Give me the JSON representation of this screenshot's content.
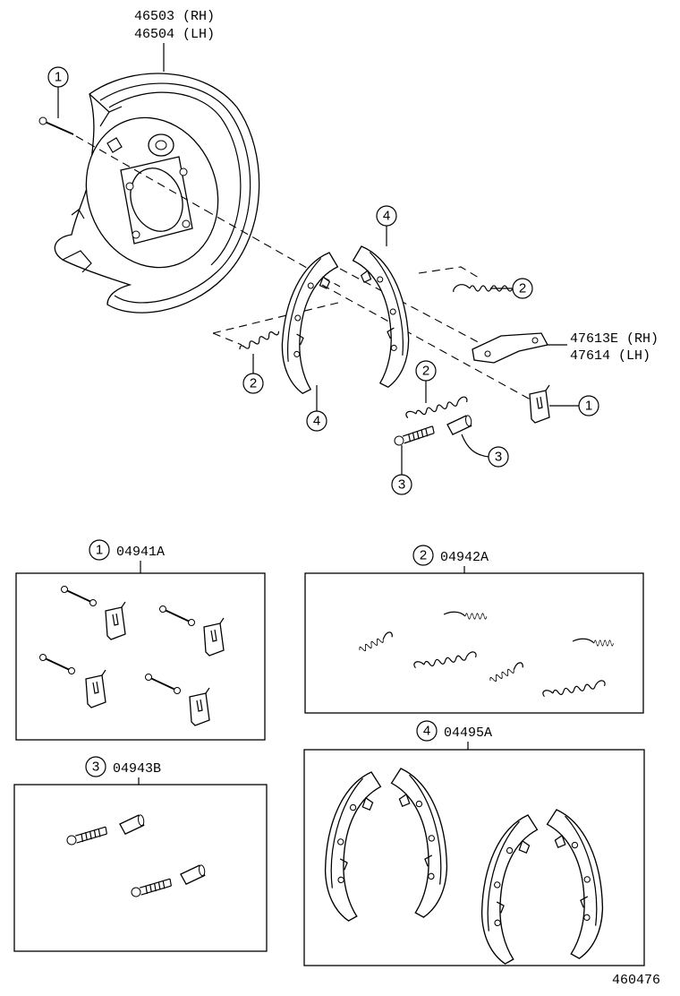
{
  "part_labels": {
    "backing_plate_rh": "46503 (RH)",
    "backing_plate_lh": "46504 (LH)",
    "lever_rh": "47613E (RH)",
    "lever_lh": "47614  (LH)"
  },
  "callouts": {
    "one": "1",
    "two": "2",
    "three": "3",
    "four": "4"
  },
  "kits": [
    {
      "number": "1",
      "code": "04941A"
    },
    {
      "number": "2",
      "code": "04942A"
    },
    {
      "number": "3",
      "code": "04943B"
    },
    {
      "number": "4",
      "code": "04495A"
    }
  ],
  "figure_number": "460476"
}
